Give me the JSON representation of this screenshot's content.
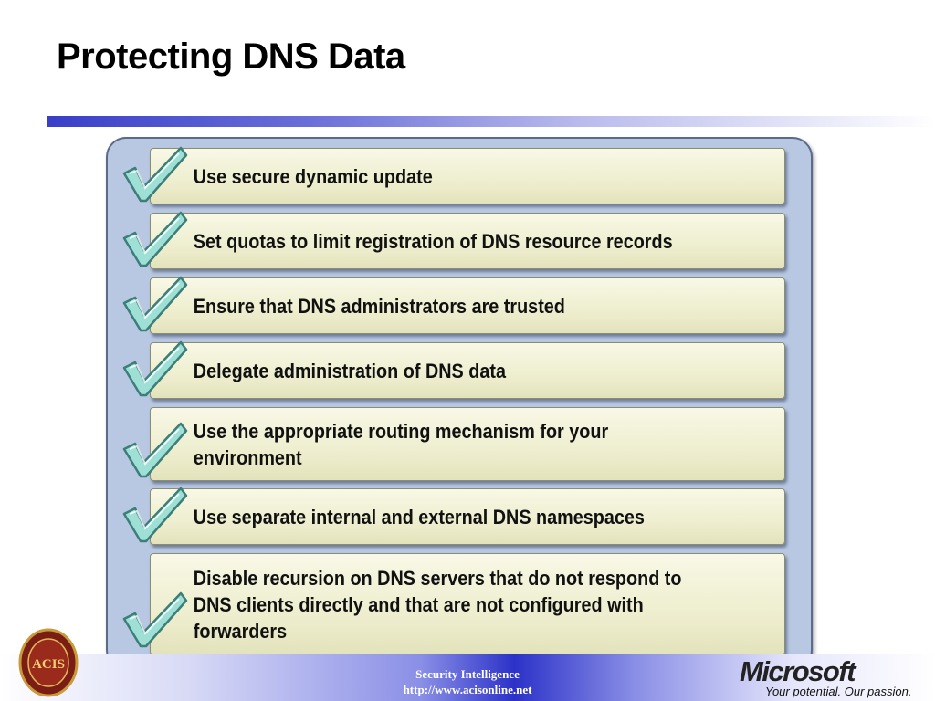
{
  "slide": {
    "title": "Protecting DNS Data",
    "items": [
      "Use secure dynamic update",
      "Set quotas to limit registration of DNS resource records",
      "Ensure that DNS administrators are trusted",
      "Delegate administration of DNS data",
      "Use the appropriate routing mechanism for your environment",
      "Use separate internal and external DNS namespaces",
      "Disable recursion on DNS servers that do not respond to DNS clients directly and that are not configured with forwarders"
    ]
  },
  "footer": {
    "line1": "Security Intelligence",
    "line2": "http://www.acisonline.net",
    "acis_logo_text": "ACIS",
    "ms_logo": "Microsoft",
    "ms_tagline": "Your potential. Our passion."
  },
  "colors": {
    "title_rule": "#3a3ec8",
    "panel": "#b8c8e2",
    "item_bg": "#ececcb",
    "check": "#9fe0d6"
  },
  "icons": [
    "checkmark-icon",
    "acis-seal-logo",
    "microsoft-logo"
  ]
}
